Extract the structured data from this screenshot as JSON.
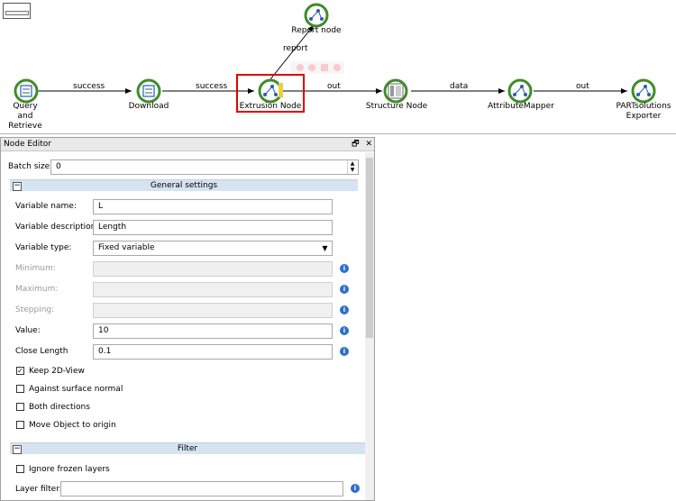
{
  "canvas": {
    "nodes": {
      "query": "Query and\nRetrieve",
      "download": "Download",
      "extrusion": "Extrusion Node",
      "report": "Report node",
      "structure": "Structure Node",
      "attribute": "AttributeMapper",
      "exporter": "PARTsolutions\nExporter"
    },
    "edges": {
      "e1": "success",
      "e2": "success",
      "e3": "out",
      "e4": "data",
      "e5": "out",
      "report": "report"
    },
    "colors": {
      "node_ring": "#3f8c2a",
      "highlight": "#e20000",
      "section_bg": "#d6e3f0"
    }
  },
  "editor": {
    "title": "Node Editor",
    "batch_label": "Batch size:",
    "batch_value": "0",
    "general_section": "General settings",
    "fields": {
      "var_name_label": "Variable name:",
      "var_name_value": "L",
      "var_desc_label": "Variable description:",
      "var_desc_value": "Length",
      "var_type_label": "Variable type:",
      "var_type_value": "Fixed variable",
      "min_label": "Minimum:",
      "max_label": "Maximum:",
      "step_label": "Stepping:",
      "value_label": "Value:",
      "value_value": "10",
      "close_label": "Close Length",
      "close_value": "0.1"
    },
    "checkboxes": {
      "keep2d": "Keep 2D-View",
      "against": "Against surface normal",
      "both": "Both directions",
      "move": "Move Object to origin",
      "ignore": "Ignore frozen layers"
    },
    "filter_section": "Filter",
    "layer_label": "Layer filter:"
  }
}
